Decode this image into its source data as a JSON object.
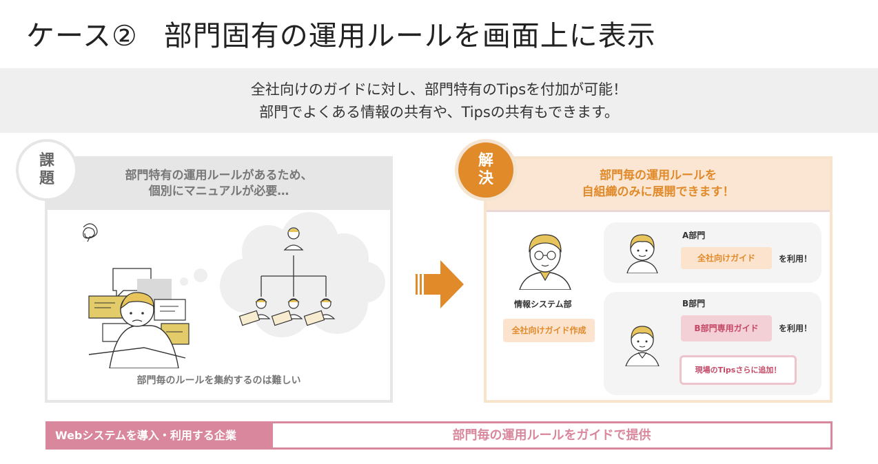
{
  "title": {
    "case": "ケース②",
    "text": "部門固有の運用ルールを画面上に表示"
  },
  "banner": {
    "line1": "全社向けのガイドに対し、部門特有のTipsを付加が可能！",
    "line2": "部門でよくある情報の共有や、Tipsの共有もできます。"
  },
  "problem": {
    "badge": [
      "課",
      "題"
    ],
    "heading_line1": "部門特有の運用ルールがあるため、",
    "heading_line2": "個別にマニュアルが必要…",
    "caption": "部門毎のルールを集約するのは難しい"
  },
  "solution": {
    "badge": [
      "解",
      "決"
    ],
    "heading_line1": "部門毎の運用ルールを",
    "heading_line2": "自組織のみに展開できます！",
    "it_dept_label": "情報システム部",
    "it_dept_action": "全社向けガイド作成",
    "dept_a": {
      "name": "A部門",
      "guide": "全社向けガイド",
      "use": "を利用！"
    },
    "dept_b": {
      "name": "B部門",
      "guide": "B部門専用ガイド",
      "use": "を利用！",
      "tips": "現場のTipsさらに追加！"
    }
  },
  "footer": {
    "left": "Webシステムを導入・利用する企業",
    "right": "部門毎の運用ルールをガイドで提供"
  },
  "colors": {
    "accent_orange": "#e08a2a",
    "accent_pink": "#d9879c",
    "gray": "#e6e6e6"
  }
}
